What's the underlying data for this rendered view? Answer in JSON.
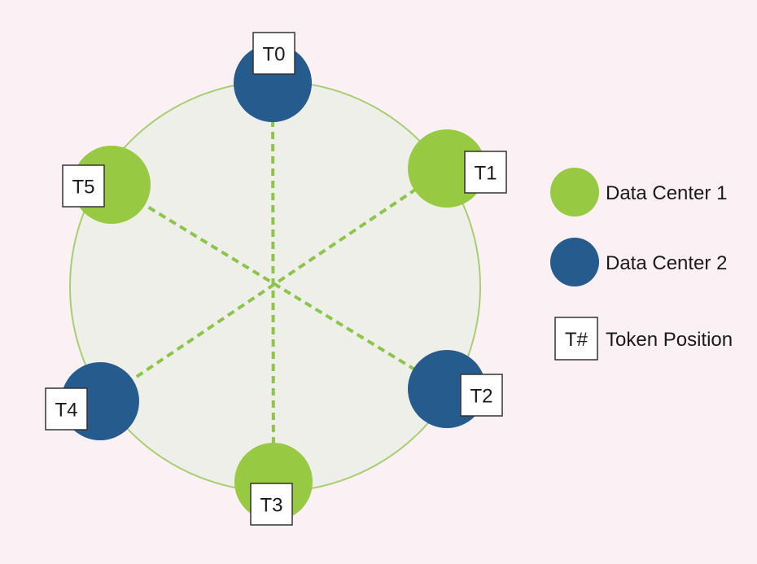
{
  "colors": {
    "background": "#fbf0f4",
    "ring_fill": "#efefe9",
    "ring_stroke": "#a6cf72",
    "spoke": "#8dc44b",
    "data_center_1": "#97c943",
    "data_center_2": "#265b8d",
    "token_box_fill": "#ffffff",
    "token_box_stroke": "#333333",
    "text": "#1a1a1a"
  },
  "nodes": [
    {
      "token": "T0",
      "data_center": 2
    },
    {
      "token": "T1",
      "data_center": 1
    },
    {
      "token": "T2",
      "data_center": 2
    },
    {
      "token": "T3",
      "data_center": 1
    },
    {
      "token": "T4",
      "data_center": 2
    },
    {
      "token": "T5",
      "data_center": 1
    }
  ],
  "legend": {
    "items": [
      {
        "kind": "data-center-1",
        "label": "Data Center 1"
      },
      {
        "kind": "data-center-2",
        "label": "Data Center 2"
      },
      {
        "kind": "token",
        "symbol": "T#",
        "label": "Token Position"
      }
    ]
  }
}
